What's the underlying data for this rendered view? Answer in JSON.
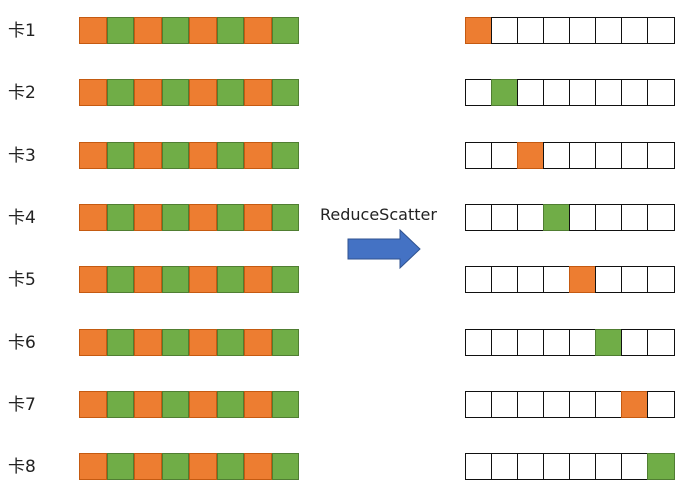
{
  "operation": "ReduceScatter",
  "colors": {
    "orange": "#ED7D31",
    "orange_border": "#C55A11",
    "green": "#70AD47",
    "green_border": "#507E32",
    "empty": "#FFFFFF",
    "arrow": "#4472C4"
  },
  "cards": [
    {
      "label": "卡1",
      "input": [
        "orange",
        "green",
        "orange",
        "green",
        "orange",
        "green",
        "orange",
        "green"
      ],
      "output_index": 0,
      "output_color": "orange"
    },
    {
      "label": "卡2",
      "input": [
        "orange",
        "green",
        "orange",
        "green",
        "orange",
        "green",
        "orange",
        "green"
      ],
      "output_index": 1,
      "output_color": "green"
    },
    {
      "label": "卡3",
      "input": [
        "orange",
        "green",
        "orange",
        "green",
        "orange",
        "green",
        "orange",
        "green"
      ],
      "output_index": 2,
      "output_color": "orange"
    },
    {
      "label": "卡4",
      "input": [
        "orange",
        "green",
        "orange",
        "green",
        "orange",
        "green",
        "orange",
        "green"
      ],
      "output_index": 3,
      "output_color": "green"
    },
    {
      "label": "卡5",
      "input": [
        "orange",
        "green",
        "orange",
        "green",
        "orange",
        "green",
        "orange",
        "green"
      ],
      "output_index": 4,
      "output_color": "orange"
    },
    {
      "label": "卡6",
      "input": [
        "orange",
        "green",
        "orange",
        "green",
        "orange",
        "green",
        "orange",
        "green"
      ],
      "output_index": 5,
      "output_color": "green"
    },
    {
      "label": "卡7",
      "input": [
        "orange",
        "green",
        "orange",
        "green",
        "orange",
        "green",
        "orange",
        "green"
      ],
      "output_index": 6,
      "output_color": "orange"
    },
    {
      "label": "卡8",
      "input": [
        "orange",
        "green",
        "orange",
        "green",
        "orange",
        "green",
        "orange",
        "green"
      ],
      "output_index": 7,
      "output_color": "green"
    }
  ]
}
